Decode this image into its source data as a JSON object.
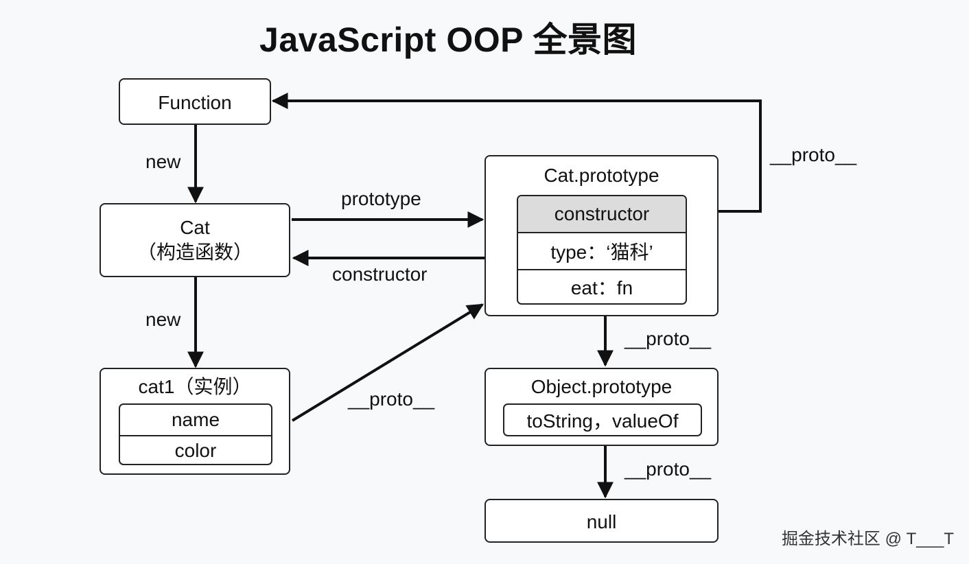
{
  "title": "JavaScript OOP 全景图",
  "nodes": {
    "function": {
      "label": "Function"
    },
    "cat": {
      "label_line1": "Cat",
      "label_line2": "（构造函数）"
    },
    "cat1": {
      "label": "cat1（实例）",
      "rows": [
        "name",
        "color"
      ]
    },
    "cat_prototype": {
      "label": "Cat.prototype",
      "rows": [
        "constructor",
        "type：‘猫科’",
        "eat：fn"
      ]
    },
    "object_prototype": {
      "label": "Object.prototype",
      "rows": [
        "toString，valueOf"
      ]
    },
    "null": {
      "label": "null"
    }
  },
  "edges": {
    "function_to_cat": "new",
    "cat_to_cat1": "new",
    "cat_to_prototype": "prototype",
    "prototype_to_cat": "constructor",
    "cat1_proto": "__proto__",
    "constructor_to_function": "__proto__",
    "cat_prototype_to_object_prototype": "__proto__",
    "object_prototype_to_null": "__proto__"
  },
  "watermark": "掘金技术社区 @ T___T",
  "colors": {
    "background": "#f8f9fa",
    "stroke": "#222222",
    "shaded_row": "#dcdcdc"
  }
}
